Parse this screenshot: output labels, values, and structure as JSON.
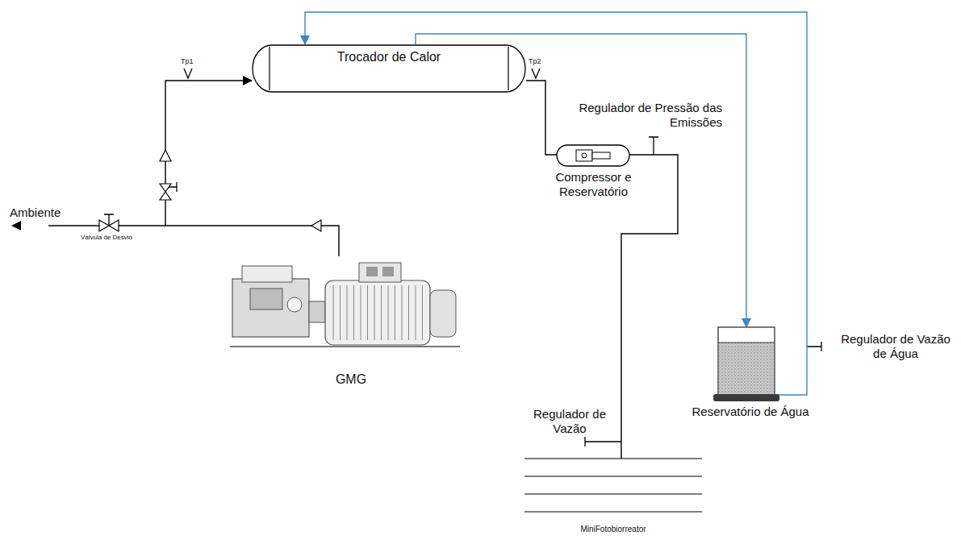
{
  "diagram": {
    "nodes": [
      {
        "text": [
          "Trocador de Calor"
        ]
      },
      {
        "text": [
          "Compressor e Reservatório"
        ]
      },
      {
        "text": [
          "GMG"
        ]
      },
      {
        "text": [
          "Reservatório de Água"
        ]
      },
      {
        "text": [
          "MiniFotobiorreator"
        ]
      }
    ],
    "edges": [
      {
        "from": 2,
        "to": 0,
        "arrow": "to"
      },
      {
        "from": 0,
        "to": 1,
        "arrow": "none"
      },
      {
        "from": 1,
        "to": 4,
        "arrow": "none"
      },
      {
        "from": 0,
        "to": 3,
        "arrow": "to"
      },
      {
        "from": 3,
        "to": 0,
        "arrow": "to"
      }
    ],
    "labels": [
      "Tp1",
      "Tp2",
      "Regulador de Pressão das Emissões",
      "Ambiente",
      "Válvula de Desvio",
      "Regulador de Vazão de Água",
      "Regulador de Vazão"
    ]
  }
}
